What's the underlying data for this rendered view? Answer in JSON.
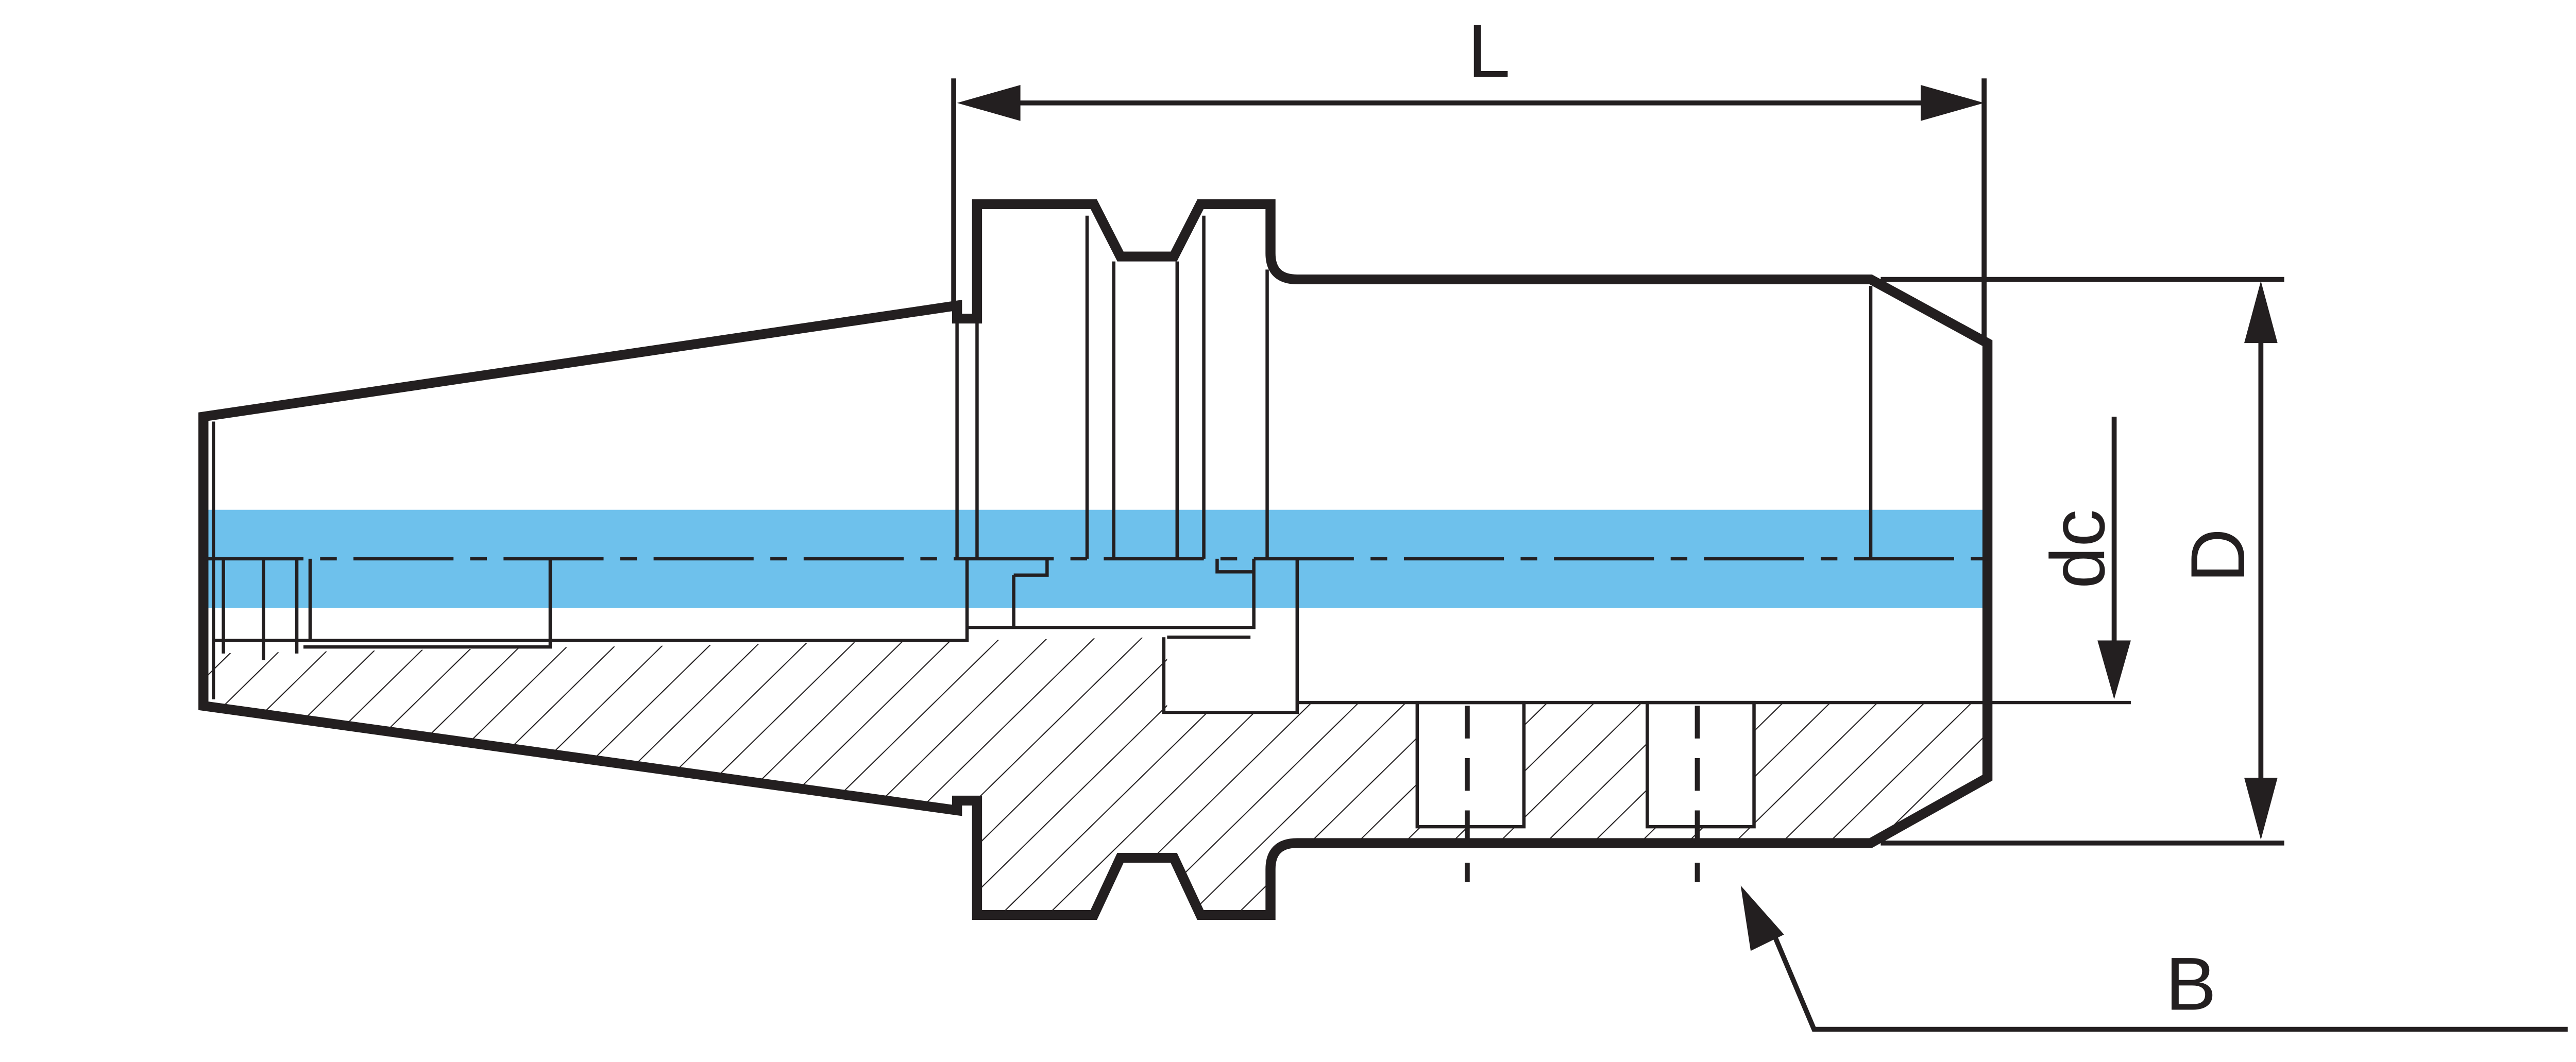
{
  "drawing": {
    "labels": {
      "length": "L",
      "outer_diameter": "D",
      "bore_diameter": "dc",
      "section": "B"
    },
    "colors": {
      "line": "#231f20",
      "axis_band": "#6ec1ec",
      "background": "#ffffff"
    }
  }
}
